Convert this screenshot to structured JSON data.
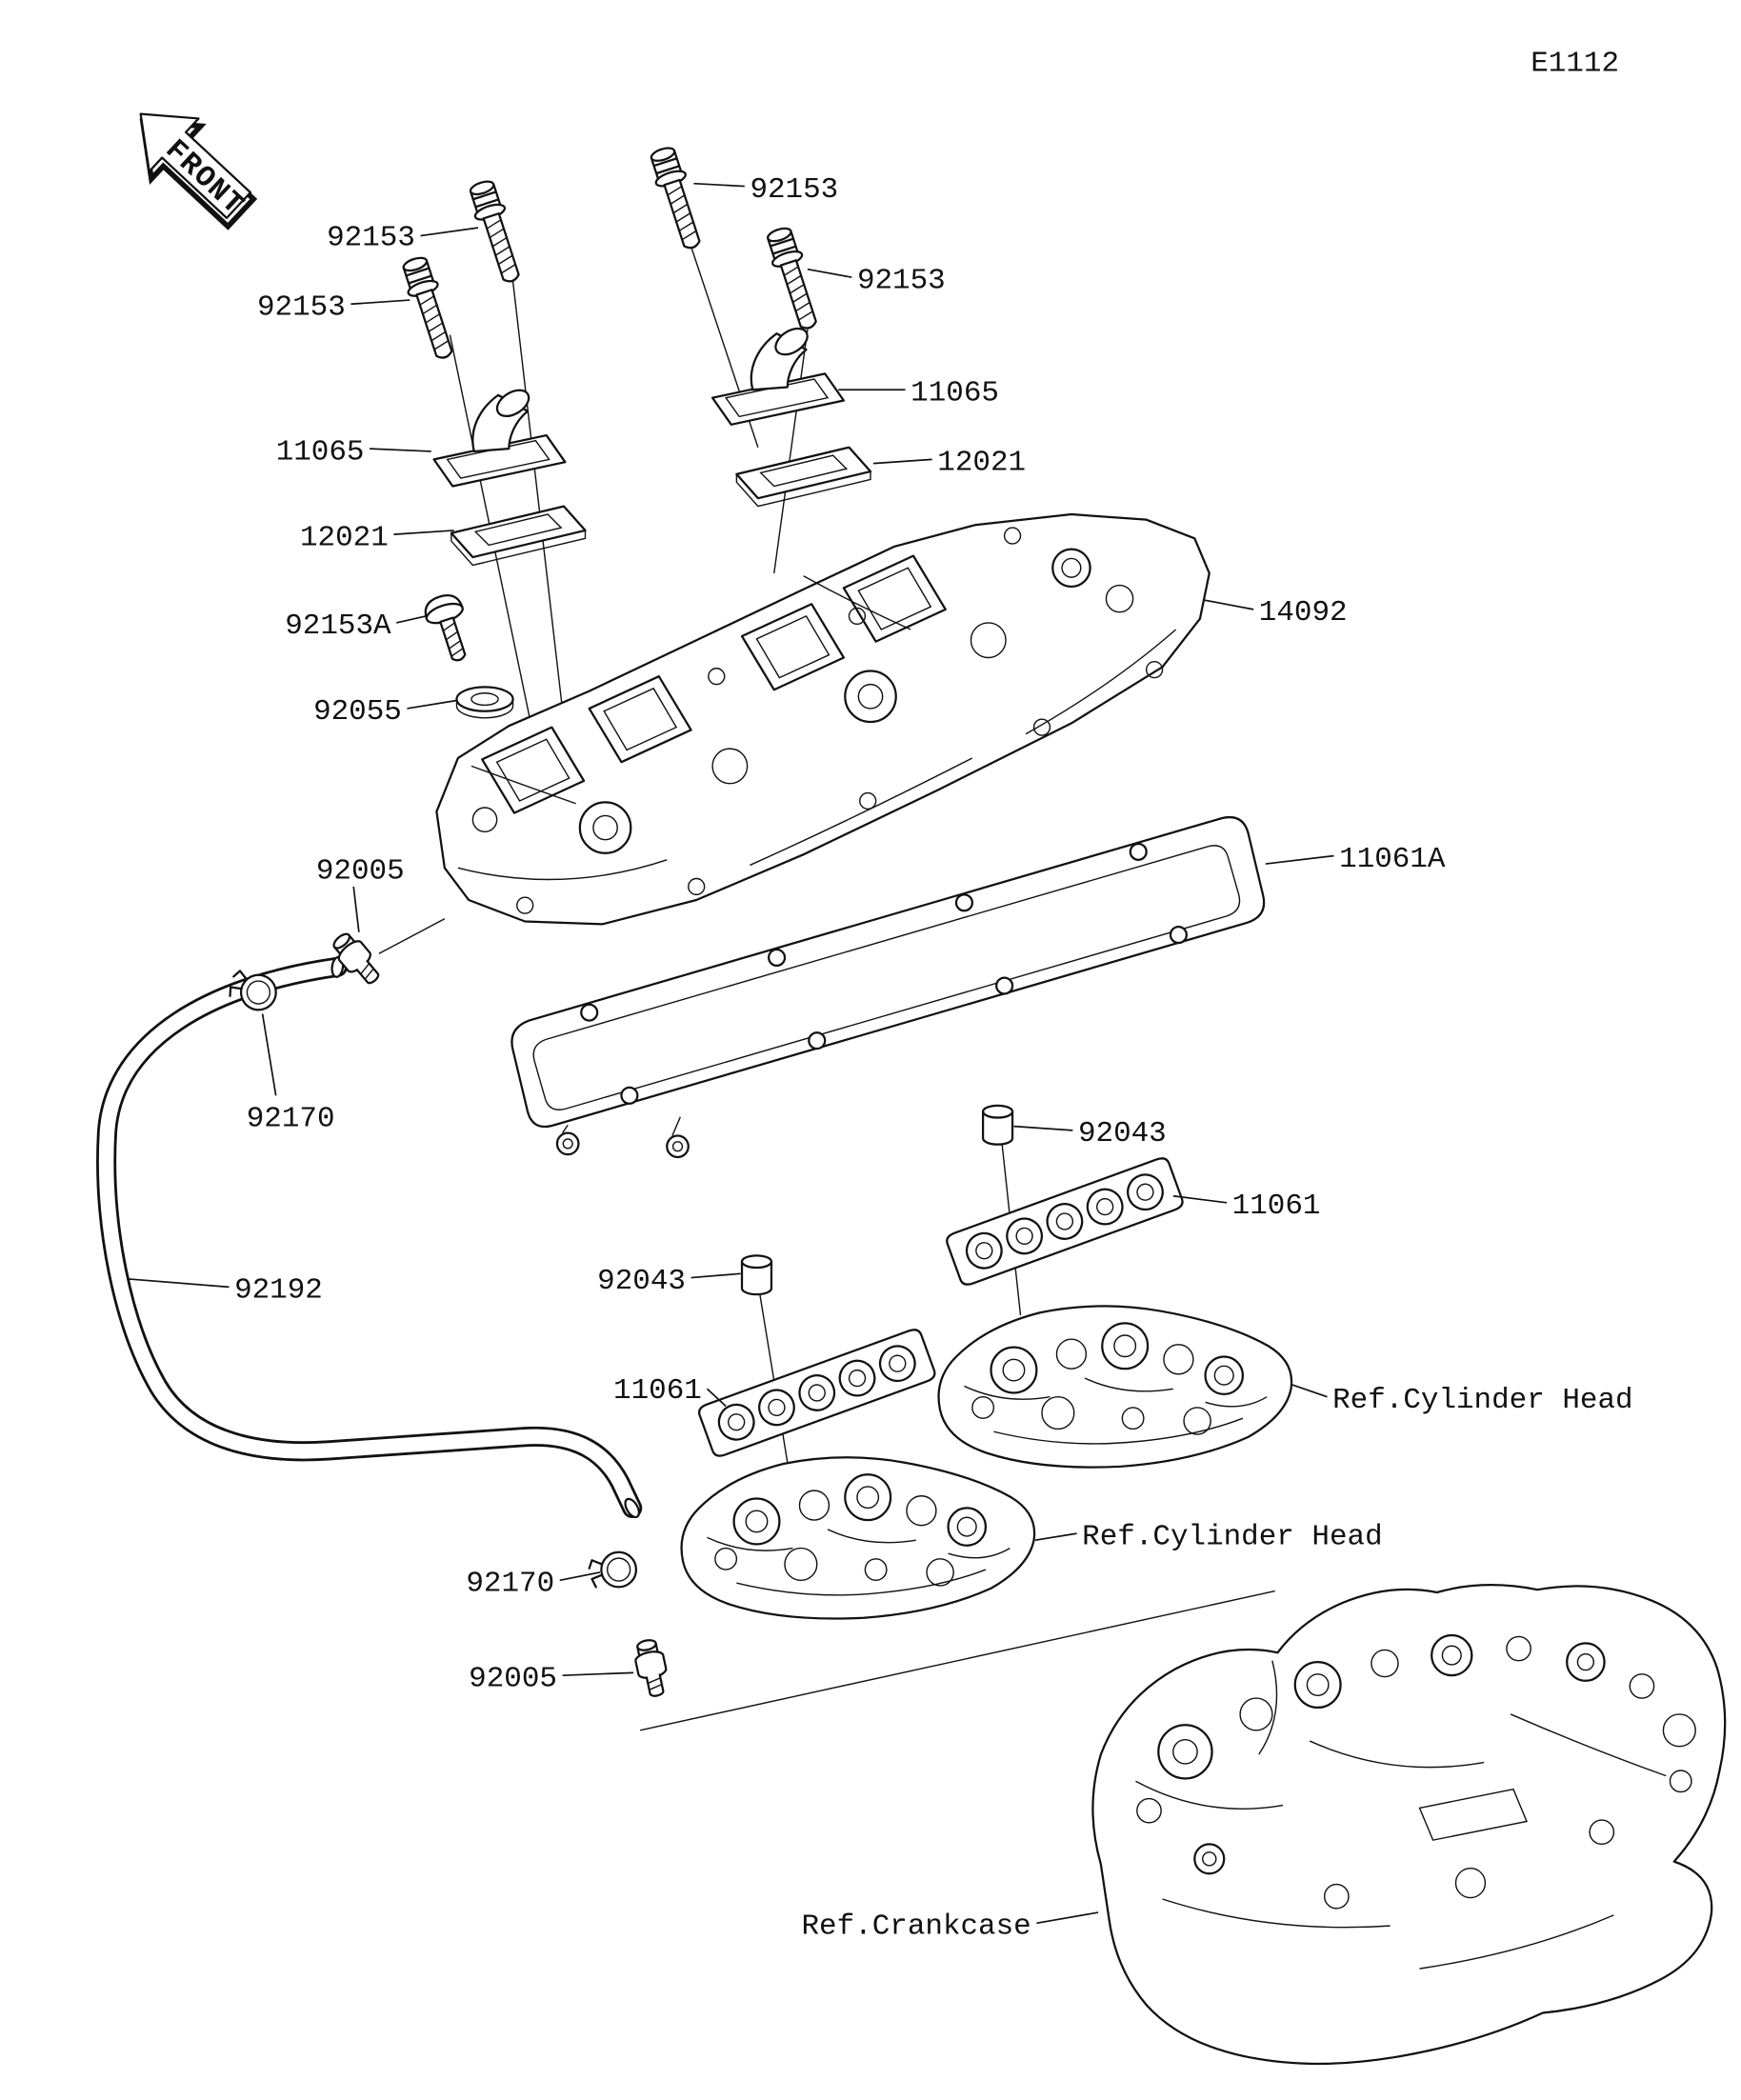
{
  "page": {
    "code": "E1112",
    "front_marker": "FRONT"
  },
  "diagram": {
    "stroke_color": "#111111",
    "background": "#ffffff"
  },
  "callouts": [
    "92153",
    "92153",
    "92153",
    "92153",
    "11065",
    "11065",
    "12021",
    "12021",
    "92153A",
    "92055",
    "14092",
    "11061A",
    "92005",
    "92170",
    "92192",
    "92043",
    "11061",
    "92043",
    "11061",
    "Ref.Cylinder Head",
    "Ref.Cylinder Head",
    "92170",
    "92005",
    "Ref.Crankcase"
  ]
}
